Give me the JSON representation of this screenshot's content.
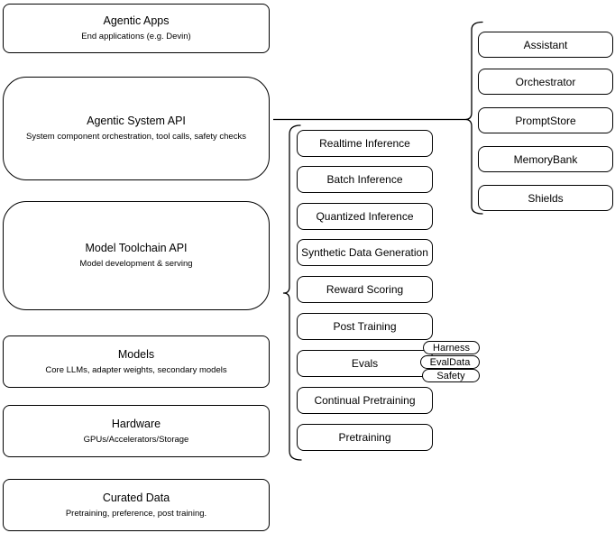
{
  "stack_layers": [
    {
      "title": "Agentic Apps",
      "subtitle": "End applications (e.g. Devin)"
    },
    {
      "title": "Agentic System API",
      "subtitle": "System component orchestration, tool calls, safety checks"
    },
    {
      "title": "Model Toolchain API",
      "subtitle": "Model development & serving"
    },
    {
      "title": "Models",
      "subtitle": "Core LLMs, adapter weights, secondary models"
    },
    {
      "title": "Hardware",
      "subtitle": "GPUs/Accelerators/Storage"
    },
    {
      "title": "Curated Data",
      "subtitle": "Pretraining, preference, post training."
    }
  ],
  "toolchain_api_group": {
    "items": [
      "Realtime Inference",
      "Batch Inference",
      "Quantized Inference",
      "Synthetic Data Generation",
      "Reward Scoring",
      "Post Training",
      "Evals",
      "Continual Pretraining",
      "Pretraining"
    ],
    "evals_tags": [
      "Harness",
      "EvalData",
      "Safety"
    ]
  },
  "agentic_system_group": {
    "items": [
      "Assistant",
      "Orchestrator",
      "PromptStore",
      "MemoryBank",
      "Shields"
    ]
  },
  "colors": {
    "stroke": "#000000",
    "fill": "#ffffff",
    "text": "#000000",
    "background": "#ffffff"
  }
}
